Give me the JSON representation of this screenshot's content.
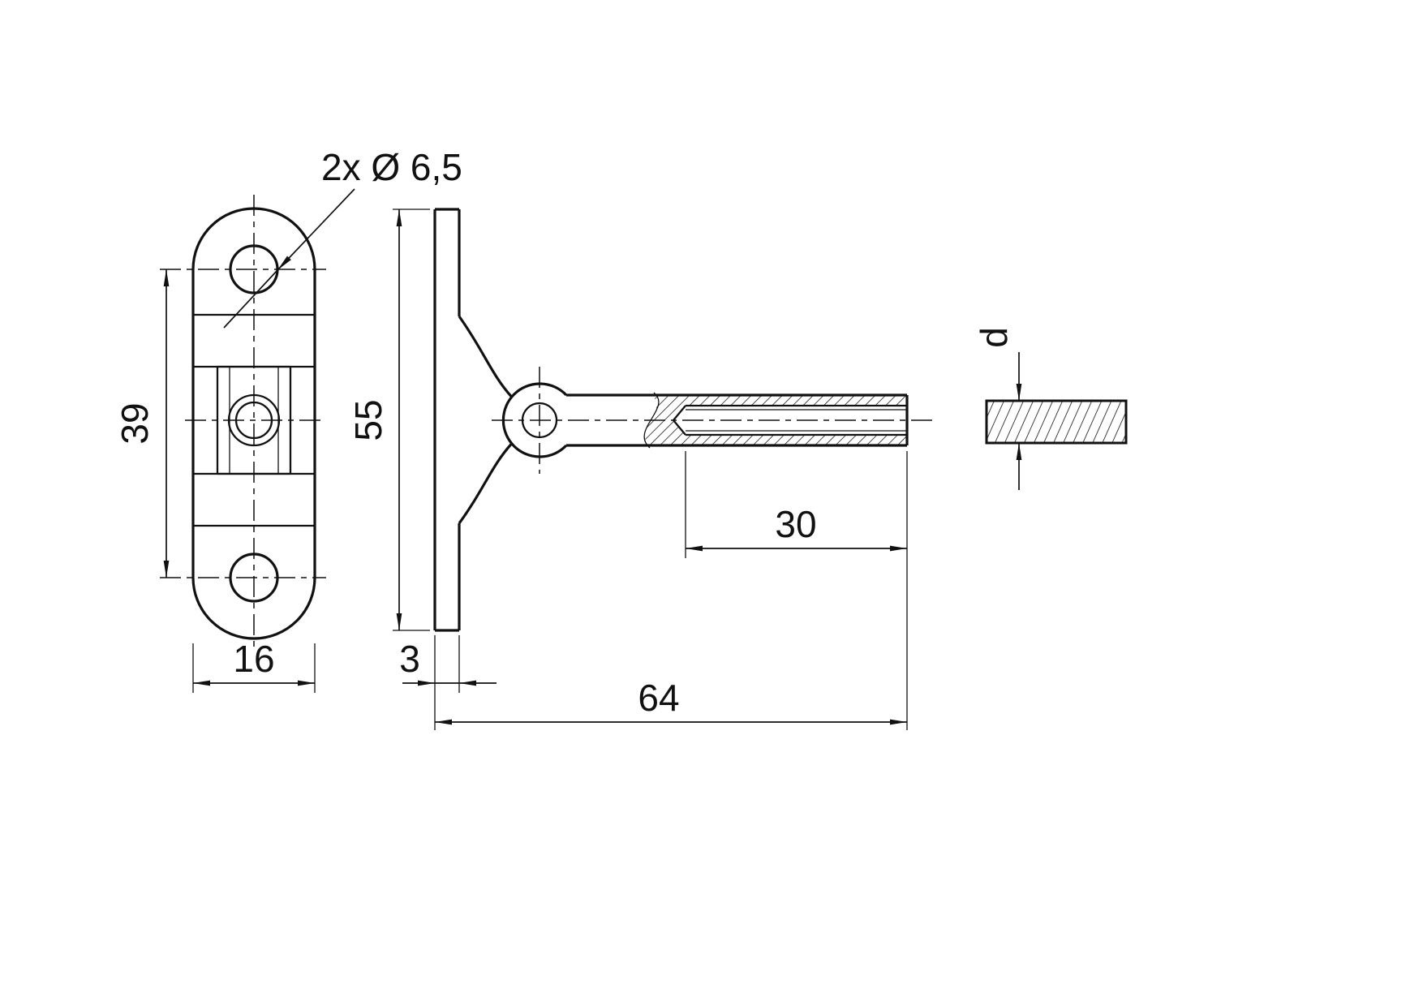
{
  "colors": {
    "line": "#111111",
    "background": "#ffffff"
  },
  "dimensions": {
    "holes_callout": "2x Ø 6,5",
    "hole_spacing": "39",
    "plate_width": "16",
    "bracket_height": "55",
    "plate_thickness": "3",
    "thread_length": "30",
    "total_length": "64",
    "rope_diameter": "d"
  }
}
